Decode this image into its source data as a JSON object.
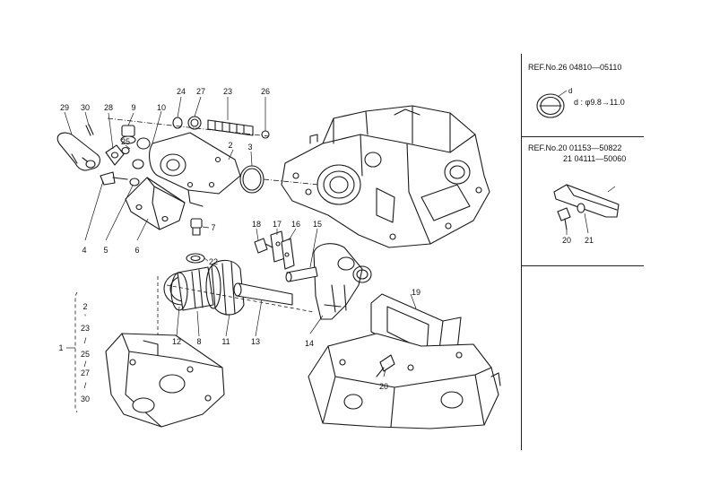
{
  "diagram": {
    "callouts": [
      {
        "id": "c29",
        "text": "29"
      },
      {
        "id": "c30",
        "text": "30"
      },
      {
        "id": "c28",
        "text": "28"
      },
      {
        "id": "c9",
        "text": "9"
      },
      {
        "id": "c10",
        "text": "10"
      },
      {
        "id": "c24",
        "text": "24"
      },
      {
        "id": "c27",
        "text": "27"
      },
      {
        "id": "c23",
        "text": "23"
      },
      {
        "id": "c26",
        "text": "26"
      },
      {
        "id": "c25",
        "text": "25"
      },
      {
        "id": "c2",
        "text": "2"
      },
      {
        "id": "c3",
        "text": "3"
      },
      {
        "id": "c4",
        "text": "4"
      },
      {
        "id": "c5",
        "text": "5"
      },
      {
        "id": "c6",
        "text": "6"
      },
      {
        "id": "c7",
        "text": "7"
      },
      {
        "id": "c22",
        "text": "22"
      },
      {
        "id": "c18",
        "text": "18"
      },
      {
        "id": "c17",
        "text": "17"
      },
      {
        "id": "c16",
        "text": "16"
      },
      {
        "id": "c15",
        "text": "15"
      },
      {
        "id": "c19",
        "text": "19"
      },
      {
        "id": "c12",
        "text": "12"
      },
      {
        "id": "c8",
        "text": "8"
      },
      {
        "id": "c11",
        "text": "11"
      },
      {
        "id": "c13",
        "text": "13"
      },
      {
        "id": "c14",
        "text": "14"
      },
      {
        "id": "c20",
        "text": "20"
      },
      {
        "id": "c1",
        "text": "1"
      }
    ],
    "group_list": [
      "2",
      "23",
      "25",
      "27",
      "30"
    ],
    "group_list_separators": [
      "'",
      "/",
      "/",
      "/"
    ]
  },
  "sidebar": {
    "ref1": {
      "title": "REF.No.26  04810—05110",
      "marker": "d",
      "spec": "d : φ9.8→11.0"
    },
    "ref2": {
      "line1": "REF.No.20  01153—50822",
      "line2": "21  04111—50060",
      "label20": "20",
      "label21": "21"
    }
  },
  "colors": {
    "ink": "#1a1a1a",
    "paper": "#ffffff"
  }
}
